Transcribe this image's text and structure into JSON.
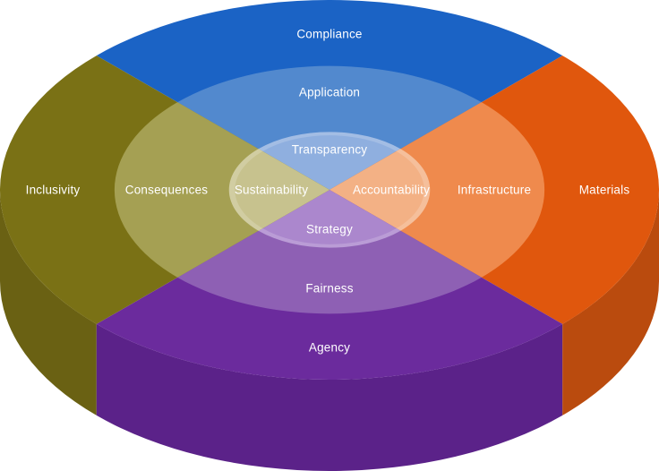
{
  "background_color": "#FFFFFF",
  "label_text_color": "#FFFFFF",
  "diagram": {
    "type": "3d-onion-quadrant-diagram",
    "rings": [
      "outer",
      "middle",
      "inner"
    ],
    "quadrants": {
      "top": {
        "outer": {
          "label": "Compliance",
          "color": "#1B63C5"
        },
        "middle": {
          "label": "Application",
          "color": "#5289CE"
        },
        "inner": {
          "label": "Transparency",
          "color": "#8FAFDF"
        }
      },
      "right": {
        "outer": {
          "label": "Materials",
          "color": "#E0570D"
        },
        "middle": {
          "label": "Infrastructure",
          "color": "#EF8A4D"
        },
        "inner": {
          "label": "Accountability",
          "color": "#F3B185"
        }
      },
      "bottom": {
        "outer": {
          "label": "Agency",
          "color": "#6B2B9D"
        },
        "middle": {
          "label": "Fairness",
          "color": "#8E60B4"
        },
        "inner": {
          "label": "Strategy",
          "color": "#AB87CD"
        }
      },
      "left": {
        "outer": {
          "label": "Inclusivity",
          "color": "#7A7115"
        },
        "middle": {
          "label": "Consequences",
          "color": "#A5A053"
        },
        "inner": {
          "label": "Sustainability",
          "color": "#C7C28E"
        }
      }
    },
    "side_walls": {
      "left": {
        "color": "#6A6113"
      },
      "bottom": {
        "color": "#5B2289"
      },
      "right": {
        "color": "#BA4B0E"
      }
    },
    "inner_rim_highlight": {
      "color": "rgba(255,255,255,0.18)"
    }
  }
}
